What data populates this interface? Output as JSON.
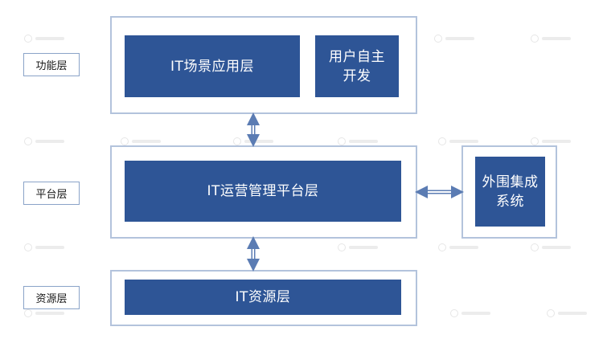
{
  "labels": {
    "function_layer": "功能层",
    "platform_layer": "平台层",
    "resource_layer": "资源层"
  },
  "blocks": {
    "it_scenario_app": "IT场景应用层",
    "user_self_dev": "用户自主\n开发",
    "it_ops_platform": "IT运营管理平台层",
    "external_integration": "外围集成\n系统",
    "it_resource": "IT资源层"
  },
  "colors": {
    "block_fill": "#2e5596",
    "container_border": "#b3c3dc",
    "label_border": "#8aa3c8",
    "arrow": "#5b7cb3"
  }
}
